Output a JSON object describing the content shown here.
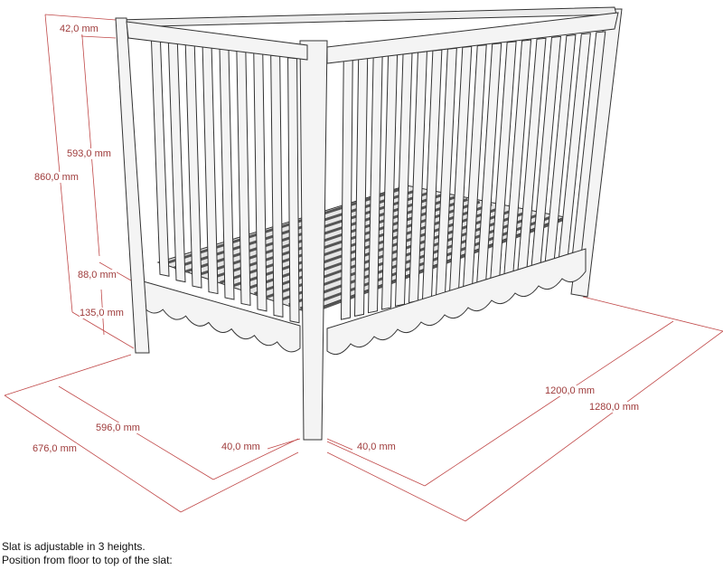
{
  "dimensions": {
    "top_rail": "42,0 mm",
    "slat_height": "593,0 mm",
    "total_height": "860,0 mm",
    "bottom_rail": "88,0 mm",
    "base_clearance": "135,0 mm",
    "inner_width": "596,0 mm",
    "outer_width": "676,0 mm",
    "post_width_side": "40,0 mm",
    "post_width_front": "40,0 mm",
    "inner_length": "1200,0 mm",
    "outer_length": "1280,0 mm"
  },
  "notes": {
    "line1": "Slat is adjustable in 3 heights.",
    "line2": "Position from floor to top of the slat:"
  },
  "colors": {
    "dimension": "#c04848",
    "dimension_text": "#9e3a3a",
    "outline": "#333333"
  }
}
